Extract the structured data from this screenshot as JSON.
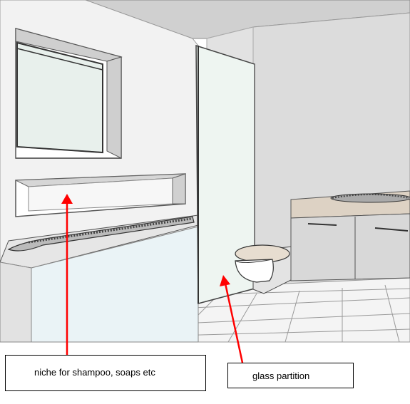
{
  "annotations": [
    {
      "id": "niche",
      "text": "niche for shampoo, soaps etc"
    },
    {
      "id": "glass",
      "text": "glass partition"
    }
  ],
  "colors": {
    "arrow": "#ff0000",
    "wall_left": "#f2f2f2",
    "wall_back": "#dcdcdc",
    "ceiling": "#d0d0d0",
    "glass": "#eef5f1",
    "counter": "#ddd2c4",
    "floor": "#f4f4f4"
  }
}
